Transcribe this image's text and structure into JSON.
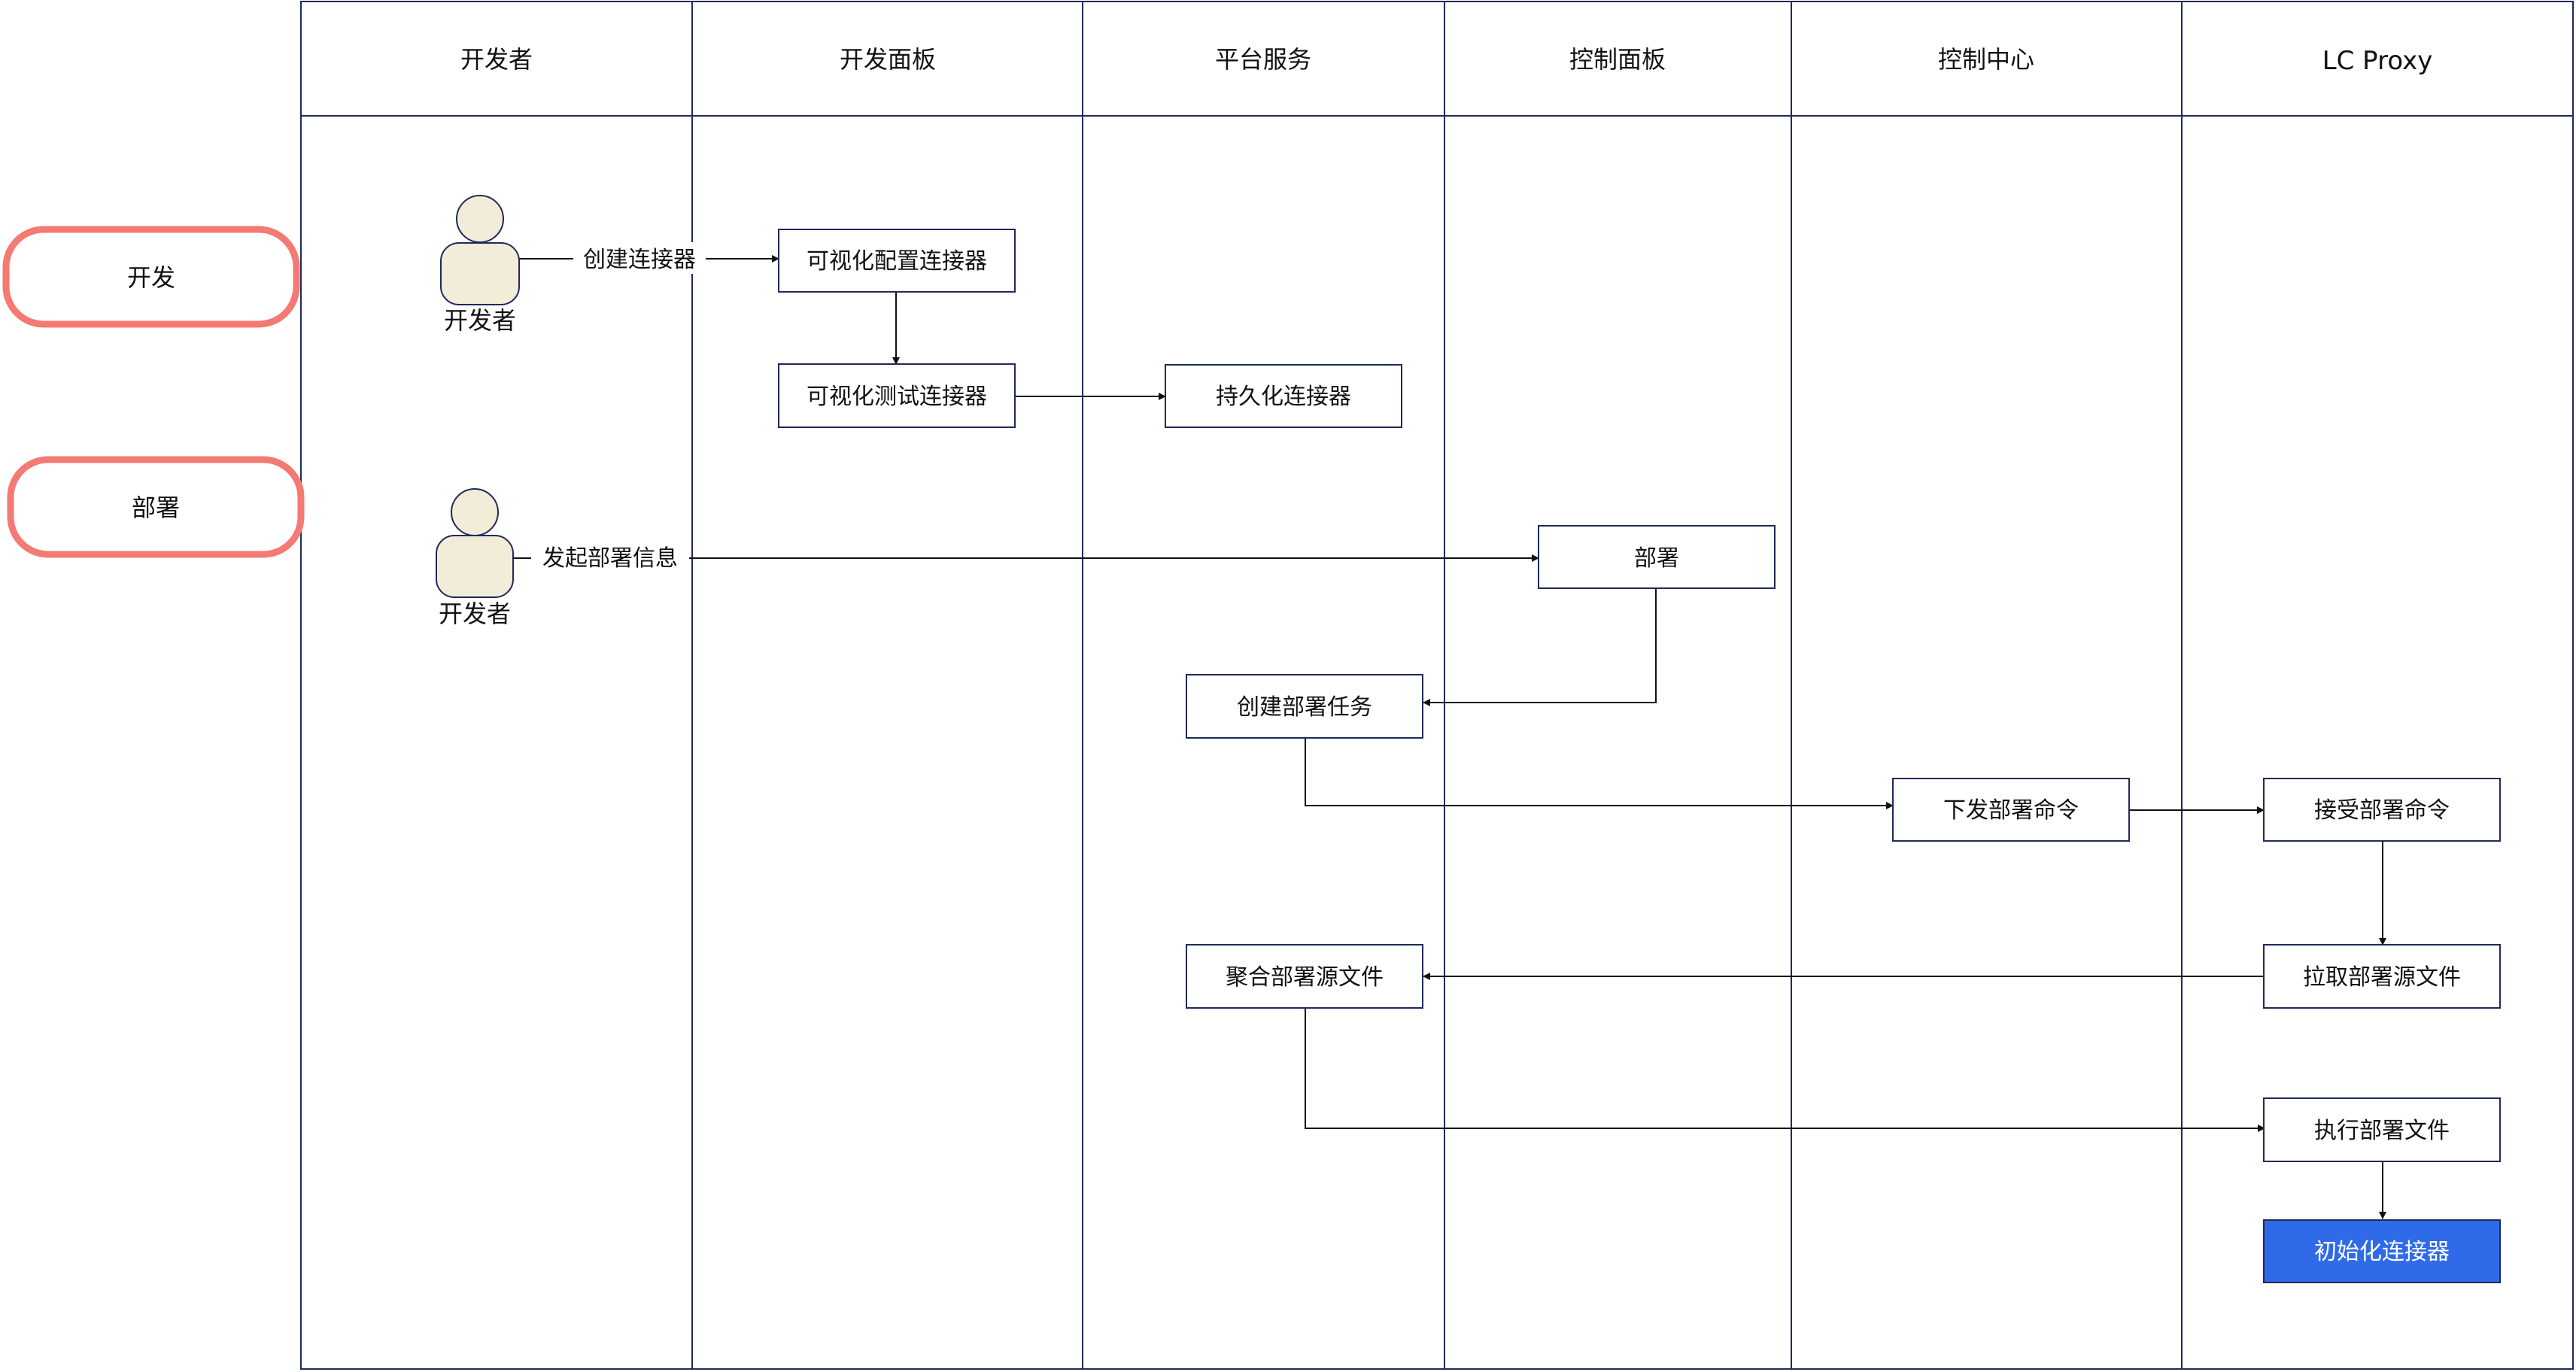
{
  "colors": {
    "border": "#1f2a5a",
    "box_fill": "#ffffff",
    "highlight_fill": "#2f6be8",
    "highlight_text": "#ffffff",
    "phase_border": "#f47a73",
    "actor_fill": "#f2ecd9",
    "line": "#111111"
  },
  "lanes": [
    "开发者",
    "开发面板",
    "平台服务",
    "控制面板",
    "控制中心",
    "LC Proxy"
  ],
  "phases": [
    "开发",
    "部署"
  ],
  "actors": [
    {
      "label": "开发者"
    },
    {
      "label": "开发者"
    }
  ],
  "boxes": [
    {
      "id": "visual-config",
      "label": "可视化配置连接器"
    },
    {
      "id": "visual-test",
      "label": "可视化测试连接器"
    },
    {
      "id": "persist",
      "label": "持久化连接器"
    },
    {
      "id": "deploy",
      "label": "部署"
    },
    {
      "id": "create-task",
      "label": "创建部署任务"
    },
    {
      "id": "issue-cmd",
      "label": "下发部署命令"
    },
    {
      "id": "accept-cmd",
      "label": "接受部署命令"
    },
    {
      "id": "pull-files",
      "label": "拉取部署源文件"
    },
    {
      "id": "aggregate-files",
      "label": "聚合部署源文件"
    },
    {
      "id": "exec-files",
      "label": "执行部署文件"
    },
    {
      "id": "init-connector",
      "label": "初始化连接器",
      "highlight": true
    }
  ],
  "edge_labels": [
    "创建连接器",
    "发起部署信息"
  ]
}
